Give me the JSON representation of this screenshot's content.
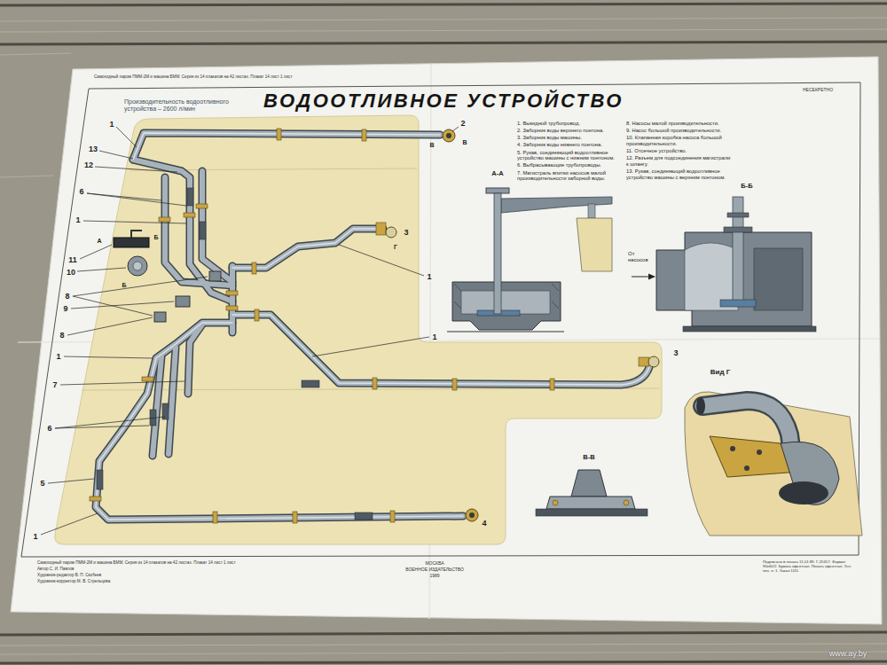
{
  "diagram": {
    "title": "ВОДООТЛИВНОЕ УСТРОЙСТВО",
    "labels": [
      "Самоходный паром ПММ-2М и машина БММ. Серия из 14 плакатов на 42 листах. Плакат 14 лист 1 лист",
      "НЕСЕКРЕТНО",
      "Производительность водоотливного устройства – 2600 л/мин",
      "1. Выкидной трубопровод.",
      "2. Заборник воды верхнего понтона.",
      "3. Заборник воды машины.",
      "4. Заборник воды нижнего понтона.",
      "5. Рукав, соединяющий водоотливное устройство машины с нижним понтоном.",
      "6. Выбрасывающие трубопроводы.",
      "7. Магистраль впитки насосов малой производительности заборной воды.",
      "8. Насосы малой производительности.",
      "9. Насос большой производительности.",
      "10. Клапанная коробка насоса большой производительности.",
      "11. Отсечное устройство.",
      "12. Разъем для подсоединения магистрали к шлангу.",
      "13. Рукав, соединяющий водоотливное устройство машины с верхним понтоном.",
      "А-А",
      "Б-Б",
      "В-В",
      "Вид Г",
      "От насосов",
      "1",
      "13",
      "12",
      "6",
      "1",
      "11",
      "10",
      "8",
      "9",
      "8",
      "1",
      "7",
      "6",
      "5",
      "1",
      "2",
      "1",
      "1",
      "3",
      "3",
      "4",
      "В",
      "В",
      "Г",
      "А",
      "Б",
      "Б",
      "Самоходный паром ПММ-2М и машина БММ. Серия из 14 плакатов на 42 листах. Плакат 14 лист 1 лист",
      "Автор С. И. Павлов",
      "Художник-редактор В. П. Скобеев",
      "Художник-корректор М. В. Стрельцова",
      "МОСКВА",
      "ВОЕННОЕ ИЗДАТЕЛЬСТВО",
      "1989",
      "Подписано в печать 11.01.89. Г-25317. Формат 90х60/2. Бумага офсетная. Печать офсетная. Усл. печ. л. 1. Заказ 1111.",
      "www.ay.by"
    ]
  }
}
